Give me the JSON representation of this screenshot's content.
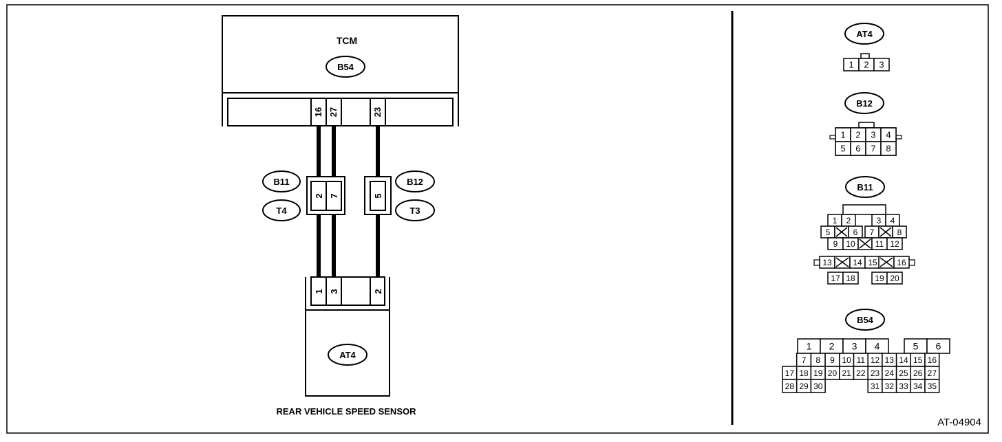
{
  "diagram": {
    "tcm": {
      "title": "TCM",
      "connector": "B54",
      "pins": [
        "16",
        "27",
        "23"
      ]
    },
    "junctions": {
      "left": {
        "connector_a": "B11",
        "connector_b": "T4",
        "pins": [
          "2",
          "7"
        ]
      },
      "right": {
        "connector_a": "B12",
        "connector_b": "T3",
        "pins": [
          "5"
        ]
      }
    },
    "sensor": {
      "connector": "AT4",
      "pins": [
        "1",
        "3",
        "2"
      ],
      "caption": "REAR VEHICLE SPEED SENSOR"
    },
    "figure_id": "AT-04904"
  },
  "connector_views": {
    "at4": {
      "label": "AT4",
      "pins": [
        "1",
        "2",
        "3"
      ]
    },
    "b12": {
      "label": "B12",
      "rows": [
        [
          "1",
          "2",
          "3",
          "4"
        ],
        [
          "5",
          "6",
          "7",
          "8"
        ]
      ]
    },
    "b11": {
      "label": "B11",
      "rows": [
        [
          "1",
          "2",
          "3",
          "4"
        ],
        [
          "5",
          "6",
          "7",
          "8"
        ],
        [
          "9",
          "10",
          "11",
          "12"
        ],
        [
          "13",
          "14",
          "15",
          "16"
        ],
        [
          "17",
          "18",
          "19",
          "20"
        ]
      ]
    },
    "b54": {
      "label": "B54",
      "rows": [
        [
          "1",
          "2",
          "3",
          "4",
          "5",
          "6"
        ],
        [
          "7",
          "8",
          "9",
          "10",
          "11",
          "12",
          "13",
          "14",
          "15",
          "16"
        ],
        [
          "17",
          "18",
          "19",
          "20",
          "21",
          "22",
          "23",
          "24",
          "25",
          "26",
          "27"
        ],
        [
          "28",
          "29",
          "30",
          "31",
          "32",
          "33",
          "34",
          "35"
        ]
      ]
    }
  },
  "colors": {
    "line": "#000000",
    "background": "#ffffff"
  }
}
